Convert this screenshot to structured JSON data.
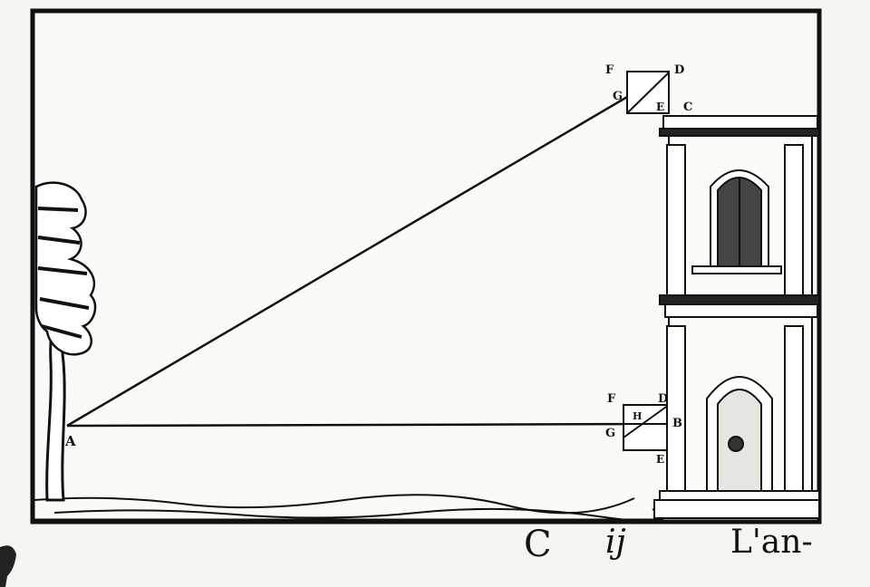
{
  "figure": {
    "labels": {
      "top_f": "F",
      "top_d": "D",
      "top_g": "G",
      "top_e": "E",
      "top_c": "C",
      "pt_a": "A",
      "low_f": "F",
      "low_d": "D",
      "low_g": "G",
      "low_h": "H",
      "low_b": "B",
      "low_e": "E"
    }
  },
  "footer": {
    "signature_mark": "C",
    "signature_number": "ij",
    "catchword": "L'an-"
  }
}
